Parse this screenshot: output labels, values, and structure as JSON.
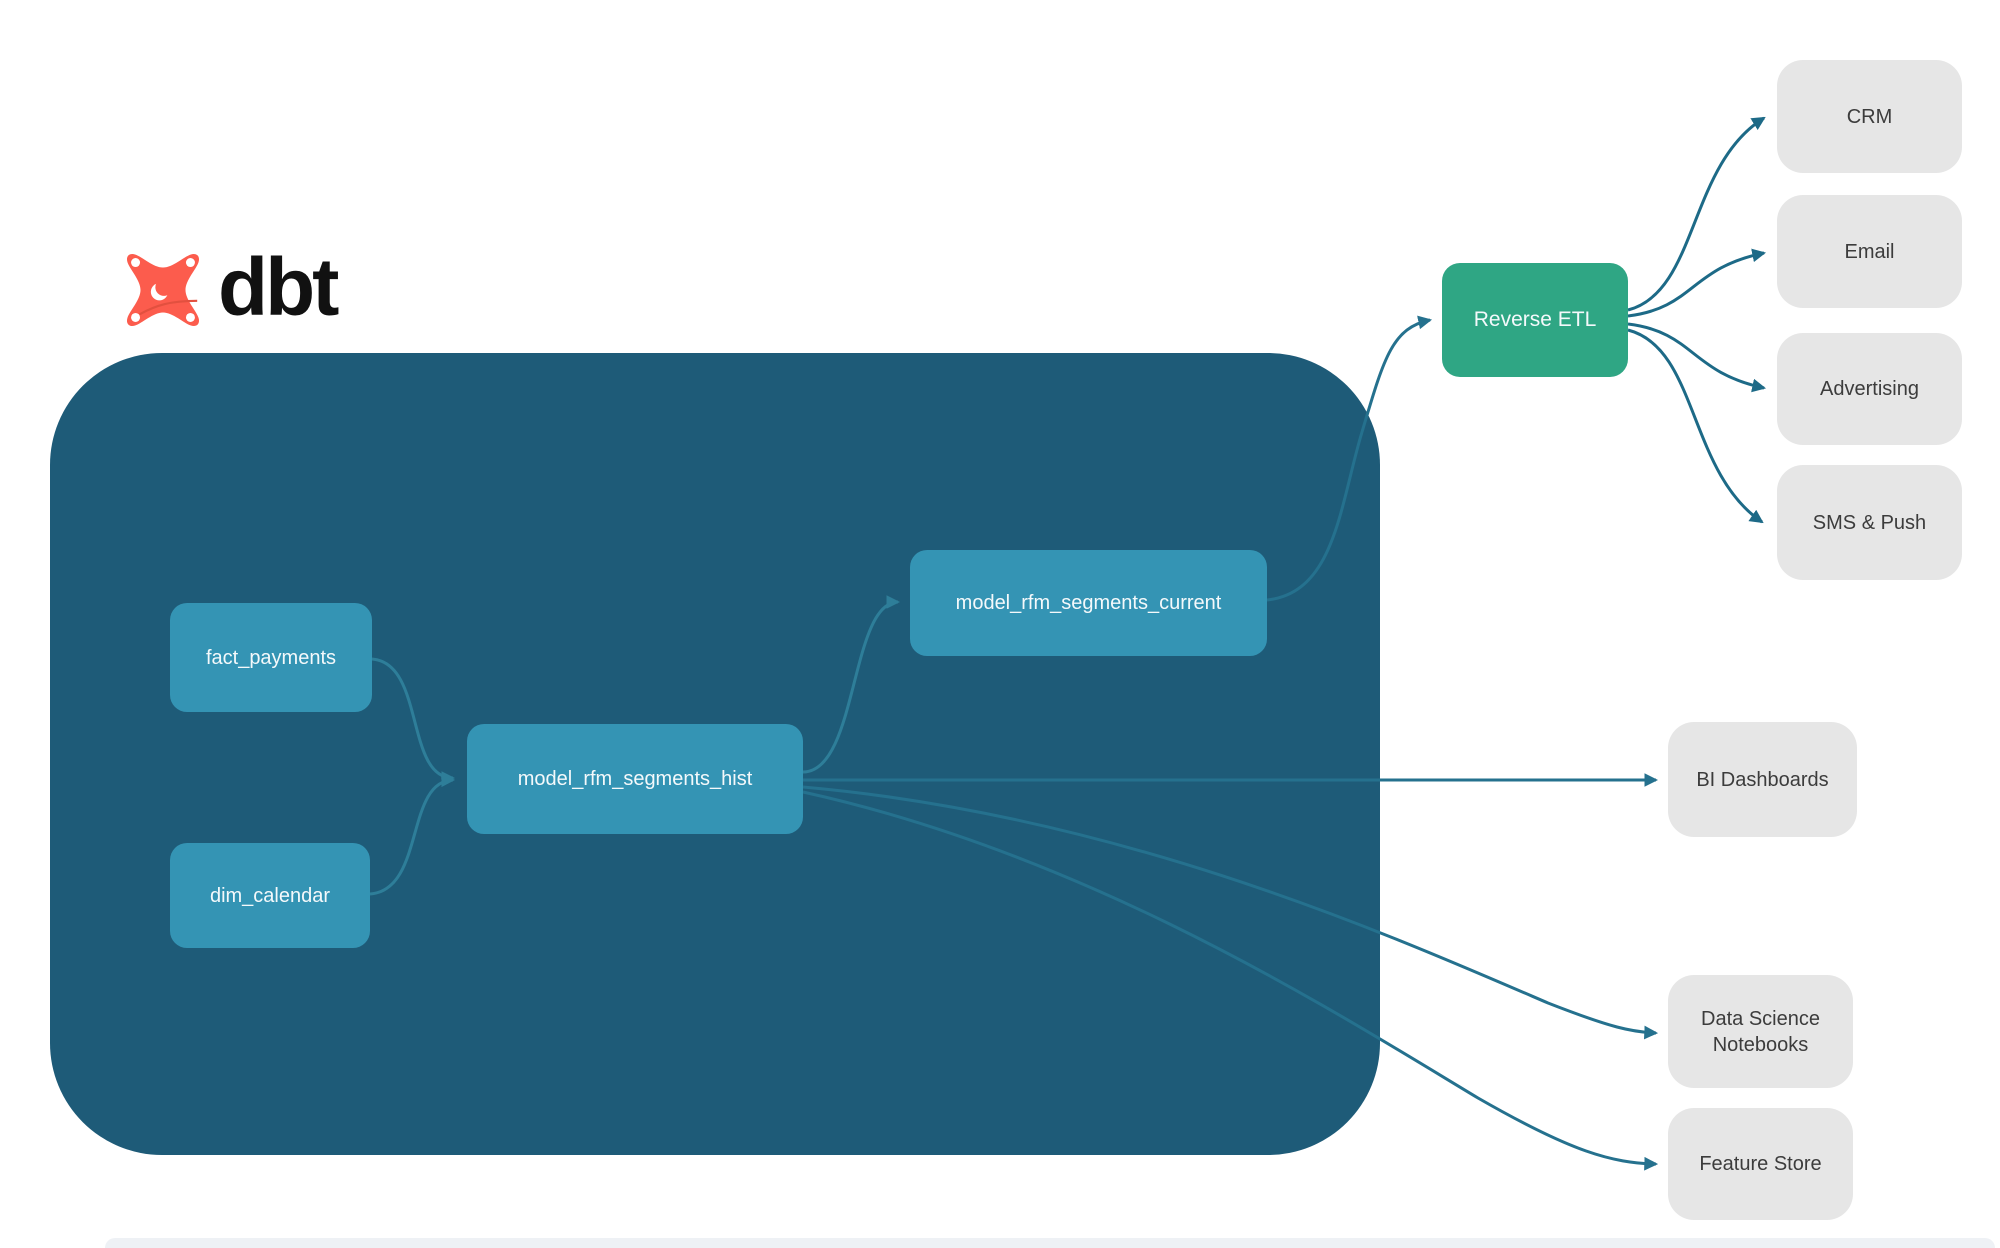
{
  "logo": {
    "text": "dbt"
  },
  "nodes": {
    "fact_payments": {
      "label": "fact_payments"
    },
    "dim_calendar": {
      "label": "dim_calendar"
    },
    "model_rfm_segments_hist": {
      "label": "model_rfm_segments_hist"
    },
    "model_rfm_segments_current": {
      "label": "model_rfm_segments_current"
    },
    "reverse_etl": {
      "label": "Reverse ETL"
    },
    "crm": {
      "label": "CRM"
    },
    "email": {
      "label": "Email"
    },
    "advertising": {
      "label": "Advertising"
    },
    "sms_push": {
      "label": "SMS & Push"
    },
    "bi_dashboards": {
      "label": "BI Dashboards"
    },
    "data_science_notebooks": {
      "label": "Data Science Notebooks"
    },
    "feature_store": {
      "label": "Feature Store"
    }
  },
  "edges": [
    {
      "from": "fact_payments",
      "to": "model_rfm_segments_hist"
    },
    {
      "from": "dim_calendar",
      "to": "model_rfm_segments_hist"
    },
    {
      "from": "model_rfm_segments_hist",
      "to": "model_rfm_segments_current"
    },
    {
      "from": "model_rfm_segments_current",
      "to": "reverse_etl"
    },
    {
      "from": "reverse_etl",
      "to": "crm"
    },
    {
      "from": "reverse_etl",
      "to": "email"
    },
    {
      "from": "reverse_etl",
      "to": "advertising"
    },
    {
      "from": "reverse_etl",
      "to": "sms_push"
    },
    {
      "from": "model_rfm_segments_hist",
      "to": "bi_dashboards"
    },
    {
      "from": "model_rfm_segments_hist",
      "to": "data_science_notebooks"
    },
    {
      "from": "model_rfm_segments_hist",
      "to": "feature_store"
    }
  ],
  "colors": {
    "warehouse_container": "#1E5B78",
    "model_node": "#3494B4",
    "reverse_etl_node": "#2FA684",
    "destination_node": "#E6E6E6",
    "edge_inside_container": "#2E7E99",
    "edge_outside_container": "#1D6A87",
    "logo_orange": "#FC5C4D",
    "logo_text": "#111111"
  }
}
